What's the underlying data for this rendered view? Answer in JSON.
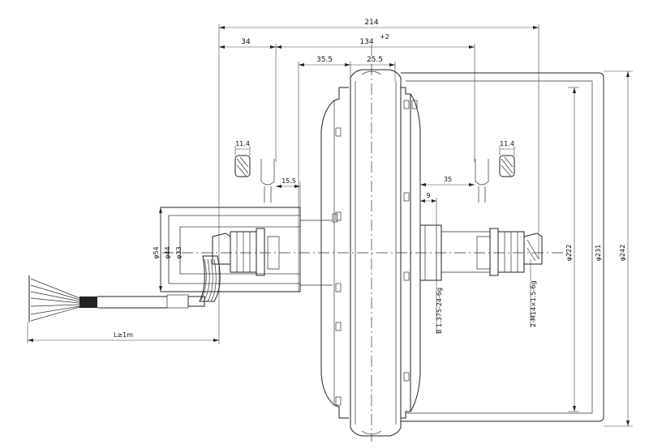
{
  "drawing": {
    "dimensions": {
      "total_width": "214",
      "left_offset": "34",
      "inner_width": "134",
      "inner_width_tol": "+2",
      "flange_a": "35.5",
      "flange_b": "25.5",
      "axle_step": "15.5",
      "right_step": "35",
      "small_gap": "9",
      "dia_54": "φ54",
      "dia_44": "φ44",
      "dia_33": "φ33",
      "dia_222": "φ222",
      "dia_231": "φ231",
      "dia_242": "φ242",
      "cable_length": "L≥1m",
      "flat_left": "11.4",
      "flat_right": "11.4"
    },
    "notes": {
      "freewheel_thread": "B 1.375-24-6g",
      "axle_thread": "2-M14×1.5-6g"
    }
  }
}
